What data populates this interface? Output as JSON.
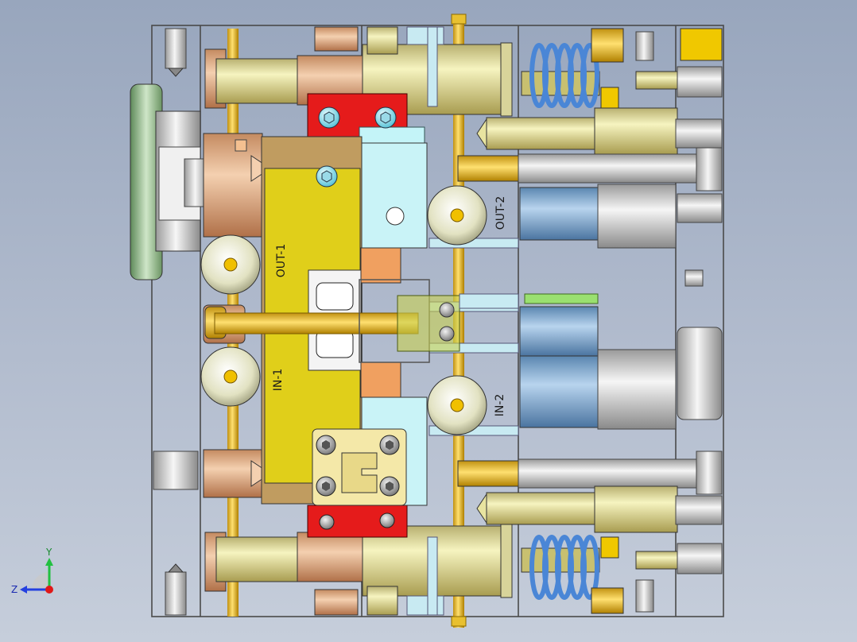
{
  "labels": {
    "out1": "OUT-1",
    "in1": "IN-1",
    "out2": "OUT-2",
    "in2": "IN-2"
  },
  "triad": {
    "y": "Y",
    "z": "Z"
  },
  "colors": {
    "background_top": "#98a6bd",
    "background_bottom": "#c6cedb",
    "frame_line": "#4a4a4a",
    "cavity_plate": "#e0cf1a",
    "slider_block": "#c9f3f7",
    "cylinder_body": "#e6e49a",
    "red_clamp": "#e51b1b",
    "spring": "#4a86d6",
    "guide_pin": "#f1d23a",
    "axis_y": "#22c040",
    "axis_z": "#2440e0",
    "axis_origin": "#e01818"
  }
}
